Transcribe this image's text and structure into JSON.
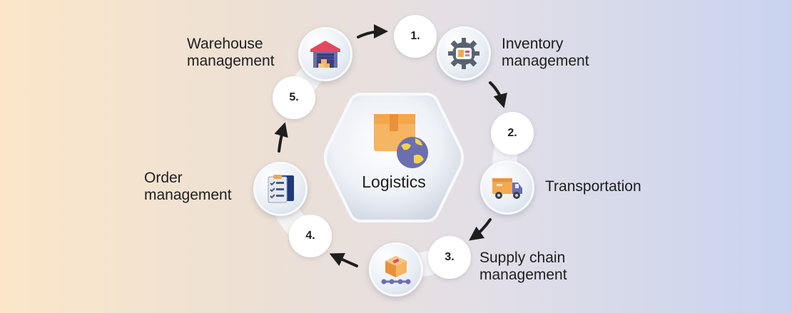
{
  "center": {
    "title": "Logistics"
  },
  "steps": [
    {
      "number": "1.",
      "line1": "Inventory",
      "line2": "management",
      "icon": "gear-dashboard-icon"
    },
    {
      "number": "2.",
      "line1": "Transportation",
      "line2": "",
      "icon": "truck-icon"
    },
    {
      "number": "3.",
      "line1": "Supply chain",
      "line2": "management",
      "icon": "conveyor-box-icon"
    },
    {
      "number": "4.",
      "line1": "Order",
      "line2": "management",
      "icon": "clipboard-checklist-icon"
    },
    {
      "number": "5.",
      "line1": "Warehouse",
      "line2": "management",
      "icon": "warehouse-icon"
    }
  ],
  "colors": {
    "arrow": "#1e1e1e",
    "text": "#1e1e1e",
    "box": "#f5b562",
    "globe": "#6b6fb0",
    "truck": "#f4a94e",
    "clipboard": "#1f3a7a",
    "warehouse_roof": "#e8465f"
  }
}
